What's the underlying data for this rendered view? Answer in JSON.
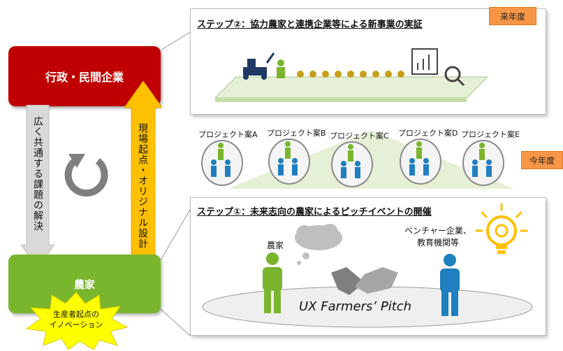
{
  "left": {
    "gov_label": "行政・民間企業",
    "farmer_label": "農家",
    "down_arrow_text": "広く共通する課題の解決",
    "up_arrow_text": "現場起点・オリジナル設計",
    "burst_line1": "生産者起点の",
    "burst_line2": "イノベーション"
  },
  "step2": {
    "title": "ステップ②：協力農家と連携企業等による新事業の実証",
    "badge": "来年度"
  },
  "projects": {
    "badge": "今年度",
    "items": [
      {
        "label": "プロジェクト案A"
      },
      {
        "label": "プロジェクト案B"
      },
      {
        "label": "プロジェクト案C"
      },
      {
        "label": "プロジェクト案D"
      },
      {
        "label": "プロジェクト案E"
      }
    ]
  },
  "step1": {
    "title": "ステップ①：未来志向の農家によるピッチイベントの開催",
    "farmer_label": "農家",
    "venture_line1": "ベンチャー企業、",
    "venture_line2": "教育機関等",
    "pitch_label": "UX Farmers’ Pitch"
  },
  "colors": {
    "red": "#c00000",
    "green": "#7ab52e",
    "orange": "#f79646",
    "yellow_arrow": "#ffc000",
    "figure_blue": "#1f7fbf",
    "figure_green": "#7ab52e"
  }
}
